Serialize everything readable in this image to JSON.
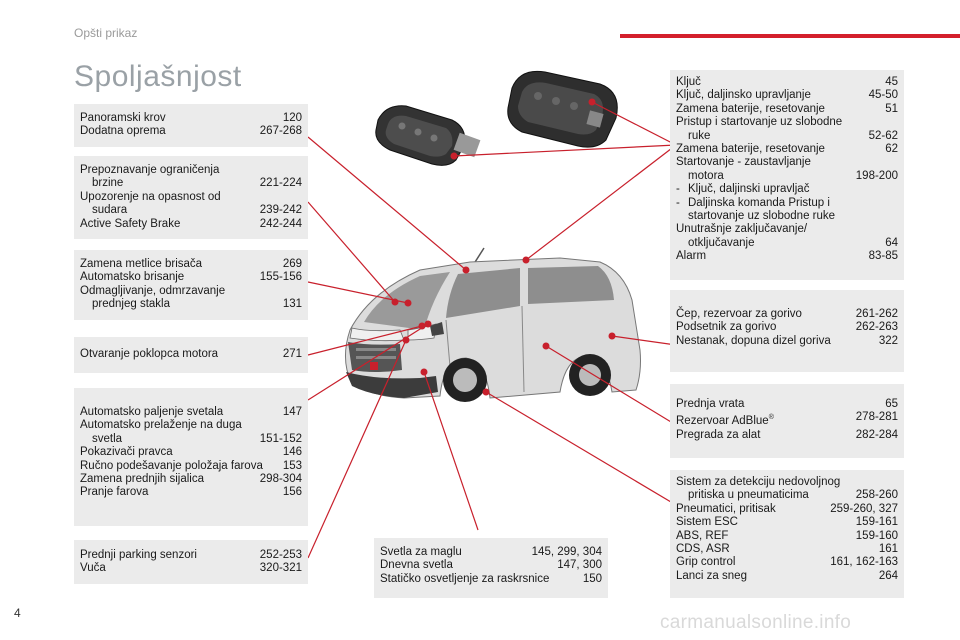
{
  "header": {
    "section": "Opšti prikaz",
    "accent": "#d4202c"
  },
  "title": "Spoljašnjost",
  "page_number": "4",
  "watermark": "carmanualsonline.info",
  "boxes": {
    "roof": [
      {
        "t": "Panoramski krov",
        "p": "120"
      },
      {
        "t": "Dodatna oprema",
        "p": "267-268"
      }
    ],
    "safety": {
      "a1": "Prepoznavanje ograničenja",
      "a2": "brzine",
      "ap": "221-224",
      "b1": "Upozorenje na opasnost od",
      "b2": "sudara",
      "bp": "239-242",
      "c": "Active Safety Brake",
      "cp": "242-244"
    },
    "wipers": {
      "a": "Zamena metlice brisača",
      "ap": "269",
      "b": "Automatsko brisanje",
      "bp": "155-156",
      "c1": "Odmagljivanje, odmrzavanje",
      "c2": "prednjeg stakla",
      "cp": "131"
    },
    "bonnet": {
      "t": "Otvaranje poklopca motora",
      "p": "271"
    },
    "lights": {
      "a": "Automatsko paljenje svetala",
      "ap": "147",
      "b1": "Automatsko prelaženje na duga",
      "b2": "svetla",
      "bp": "151-152",
      "c": "Pokazivači pravca",
      "cp": "146",
      "d": "Ručno podešavanje položaja farova",
      "dp": "153",
      "e": "Zamena prednjih sijalica",
      "ep": "298-304",
      "f": "Pranje farova",
      "fp": "156"
    },
    "parking": [
      {
        "t": "Prednji parking senzori",
        "p": "252-253"
      },
      {
        "t": "Vuča",
        "p": "320-321"
      }
    ],
    "fog": [
      {
        "t": "Svetla za maglu",
        "p": "145, 299, 304"
      },
      {
        "t": "Dnevna svetla",
        "p": "147, 300"
      },
      {
        "t": "Statičko osvetljenje za raskrsnice",
        "p": "150"
      }
    ],
    "key": {
      "a": "Ključ",
      "ap": "45",
      "b": "Ključ, daljinsko upravljanje",
      "bp": "45-50",
      "c": "Zamena baterije, resetovanje",
      "cp": "51",
      "d1": "Pristup i startovanje uz slobodne",
      "d2": "ruke",
      "dp": "52-62",
      "e": "Zamena baterije, resetovanje",
      "ep": "62",
      "f1": "Startovanje - zaustavljanje",
      "f2": "motora",
      "fp": "198-200",
      "g_dash": "-",
      "g": "Ključ, daljinski upravljač",
      "h_dash": "-",
      "h1": "Daljinska komanda Pristup i",
      "h2": "startovanje uz slobodne ruke",
      "i1": "Unutrašnje zaključavanje/",
      "i2": "otključavanje",
      "ip": "64",
      "j": "Alarm",
      "jp": "83-85"
    },
    "fuel": [
      {
        "t": "Čep, rezervoar za gorivo",
        "p": "261-262"
      },
      {
        "t": "Podsetnik za gorivo",
        "p": "262-263"
      },
      {
        "t": "Nestanak, dopuna dizel goriva",
        "p": "322"
      }
    ],
    "doors": {
      "a": "Prednja vrata",
      "ap": "65",
      "b": "Rezervoar AdBlue",
      "b_sup": "®",
      "bp": "278-281",
      "c": "Pregrada za alat",
      "cp": "282-284"
    },
    "tyres": {
      "a1": "Sistem za detekciju nedovoljnog",
      "a2": "pritiska u pneumaticima",
      "ap": "258-260",
      "b": "Pneumatici, pritisak",
      "bp": "259-260, 327",
      "c": "Sistem ESC",
      "cp": "159-161",
      "d": "ABS, REF",
      "dp": "159-160",
      "e": "CDS, ASR",
      "ep": "161",
      "f": "Grip control",
      "fp": "161, 162-163",
      "g": "Lanci za sneg",
      "gp": "264"
    }
  }
}
